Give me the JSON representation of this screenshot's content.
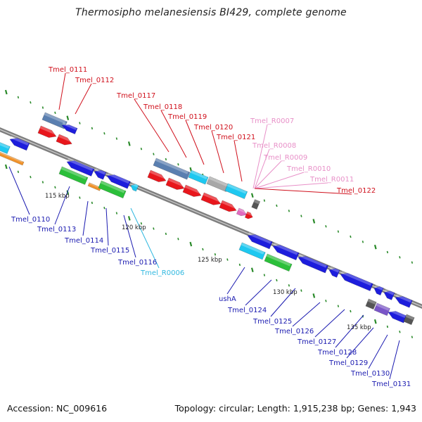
{
  "title": "Thermosipho melanesiensis BI429, complete genome",
  "footer": {
    "accession": "Accession: NC_009616",
    "topology": "Topology: circular; Length: 1,915,238 bp; Genes: 1,943"
  },
  "colors": {
    "backbone": "#7f7f7f",
    "forward_cds": "#e8161c",
    "reverse_cds": "#1d1ddc",
    "forward_rna": "#e06cc0",
    "reverse_rna": "#1ec8f0",
    "selected_blue": "#5a7fb0",
    "green_feature": "#2bbf3a",
    "orange_feature": "#f0922a",
    "gray_feature": "#555555",
    "tick_green": "#2a8a2a",
    "label_forward": "#d0101c",
    "label_forward_rna": "#e890c8",
    "label_reverse": "#1a1ab0",
    "label_reverse_rna": "#30b8e0"
  },
  "scale_labels": [
    "115 kbp",
    "120 kbp",
    "125 kbp",
    "130 kbp",
    "135 kbp"
  ],
  "gene_labels_top": [
    {
      "text": "Tmel_0111",
      "type": "forward"
    },
    {
      "text": "Tmel_0112",
      "type": "forward"
    },
    {
      "text": "Tmel_0117",
      "type": "forward"
    },
    {
      "text": "Tmel_0118",
      "type": "forward"
    },
    {
      "text": "Tmel_0119",
      "type": "forward"
    },
    {
      "text": "Tmel_0120",
      "type": "forward"
    },
    {
      "text": "Tmel_0121",
      "type": "forward"
    },
    {
      "text": "Tmel_R0007",
      "type": "forward_rna"
    },
    {
      "text": "Tmel_R0008",
      "type": "forward_rna"
    },
    {
      "text": "Tmel_R0009",
      "type": "forward_rna"
    },
    {
      "text": "Tmel_R0010",
      "type": "forward_rna"
    },
    {
      "text": "Tmel_R0011",
      "type": "forward_rna"
    },
    {
      "text": "Tmel_0122",
      "type": "forward"
    }
  ],
  "gene_labels_bottom": [
    {
      "text": "Tmel_0110",
      "type": "reverse"
    },
    {
      "text": "Tmel_0113",
      "type": "reverse"
    },
    {
      "text": "Tmel_0114",
      "type": "reverse"
    },
    {
      "text": "Tmel_0115",
      "type": "reverse"
    },
    {
      "text": "Tmel_0116",
      "type": "reverse"
    },
    {
      "text": "Tmel_R0006",
      "type": "reverse_rna"
    },
    {
      "text": "ushA",
      "type": "reverse"
    },
    {
      "text": "Tmel_0124",
      "type": "reverse"
    },
    {
      "text": "Tmel_0125",
      "type": "reverse"
    },
    {
      "text": "Tmel_0126",
      "type": "reverse"
    },
    {
      "text": "Tmel_0127",
      "type": "reverse"
    },
    {
      "text": "Tmel_0128",
      "type": "reverse"
    },
    {
      "text": "Tmel_0129",
      "type": "reverse"
    },
    {
      "text": "Tmel_0130",
      "type": "reverse"
    },
    {
      "text": "Tmel_0131",
      "type": "reverse"
    }
  ]
}
